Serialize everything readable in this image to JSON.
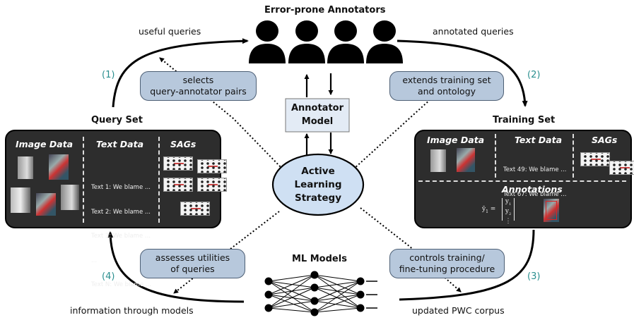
{
  "annotators": {
    "title": "Error-prone Annotators"
  },
  "flow": {
    "useful_queries": "useful queries",
    "annotated_queries": "annotated queries",
    "information": "information through models",
    "updated_corpus": "updated PWC corpus"
  },
  "steps": {
    "s1": "(1)",
    "s2": "(2)",
    "s3": "(3)",
    "s4": "(4)"
  },
  "pills": {
    "selects_l1": "selects",
    "selects_l2": "query-annotator pairs",
    "extends_l1": "extends training set",
    "extends_l2": "and ontology",
    "assesses_l1": "assesses utilities",
    "assesses_l2": "of queries",
    "controls_l1": "controls training/",
    "controls_l2": "fine-tuning procedure"
  },
  "annotator_model": {
    "line1": "Annotator",
    "line2": "Model"
  },
  "strategy": {
    "line1": "Active",
    "line2": "Learning",
    "line3": "Strategy"
  },
  "ml_models": {
    "title": "ML Models"
  },
  "query_set": {
    "title": "Query Set",
    "image_header": "Image Data",
    "text_header": "Text Data",
    "sag_header": "SAGs",
    "text_lines": [
      "Text 1: We blame ...",
      "Text 2: We blame ...",
      "Text 3: We blame ...",
      "...",
      "Text N: We blame ..."
    ]
  },
  "training_set": {
    "title": "Training Set",
    "image_header": "Image Data",
    "text_header": "Text Data",
    "sag_header": "SAGs",
    "text_lines": [
      "Text 49: We blame ...",
      "Text 67: We blame ..."
    ],
    "annotations_header": "Annotations",
    "annotation_symbol": "ȳ",
    "annotation_sub": "1",
    "vector": [
      "y",
      "y",
      "⋮"
    ],
    "vector_subs": [
      "1",
      "2",
      ""
    ]
  },
  "icons": [
    "person-icon",
    "neural-network-icon",
    "image-thumbnail",
    "sag-graph-icon"
  ],
  "colors": {
    "pill": "#b7c8dc",
    "strategy": "#cfe0f3",
    "panel": "#2d2d2d",
    "step": "#2a8f8f"
  }
}
